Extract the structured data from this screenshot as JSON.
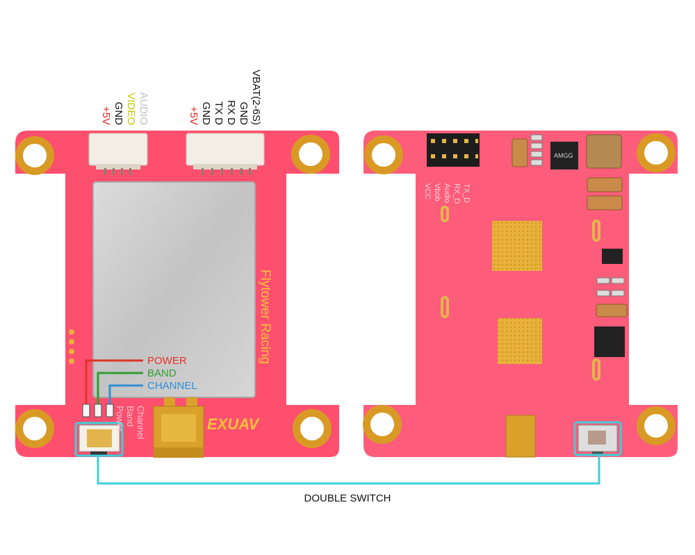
{
  "front_pins": {
    "left_header": [
      {
        "label": "AUDIO",
        "color": "#bfbfbf"
      },
      {
        "label": "VIDEO",
        "color": "#c8c800"
      },
      {
        "label": "GND",
        "color": "#111111"
      },
      {
        "label": "+5V",
        "color": "#e11b1b"
      }
    ],
    "right_header": [
      {
        "label": "VBAT(2-6S)",
        "color": "#111111"
      },
      {
        "label": "GND",
        "color": "#111111"
      },
      {
        "label": "RX D",
        "color": "#111111"
      },
      {
        "label": "TX D",
        "color": "#111111"
      },
      {
        "label": "GND",
        "color": "#111111"
      },
      {
        "label": "+5V",
        "color": "#e11b1b"
      }
    ]
  },
  "leds": [
    {
      "label": "POWER",
      "color": "#e03426"
    },
    {
      "label": "BAND",
      "color": "#2f9e2f"
    },
    {
      "label": "CHANNEL",
      "color": "#2f8fd6"
    }
  ],
  "silkscreen": {
    "brand": "Flytower Racing",
    "logo": "EXUAV",
    "led_legend": [
      "Channel",
      "Band",
      "Power"
    ],
    "back_pins": [
      "VCC",
      "Vbob",
      "Audio",
      "RX_D",
      "TX_D"
    ],
    "chip": "AMGG"
  },
  "callout": {
    "label": "DOUBLE SWITCH",
    "color": "#3ccfdb"
  },
  "colors": {
    "pcb": "#ff4f6e",
    "pad": "#d99a25",
    "shield": "#c9c9c9"
  }
}
